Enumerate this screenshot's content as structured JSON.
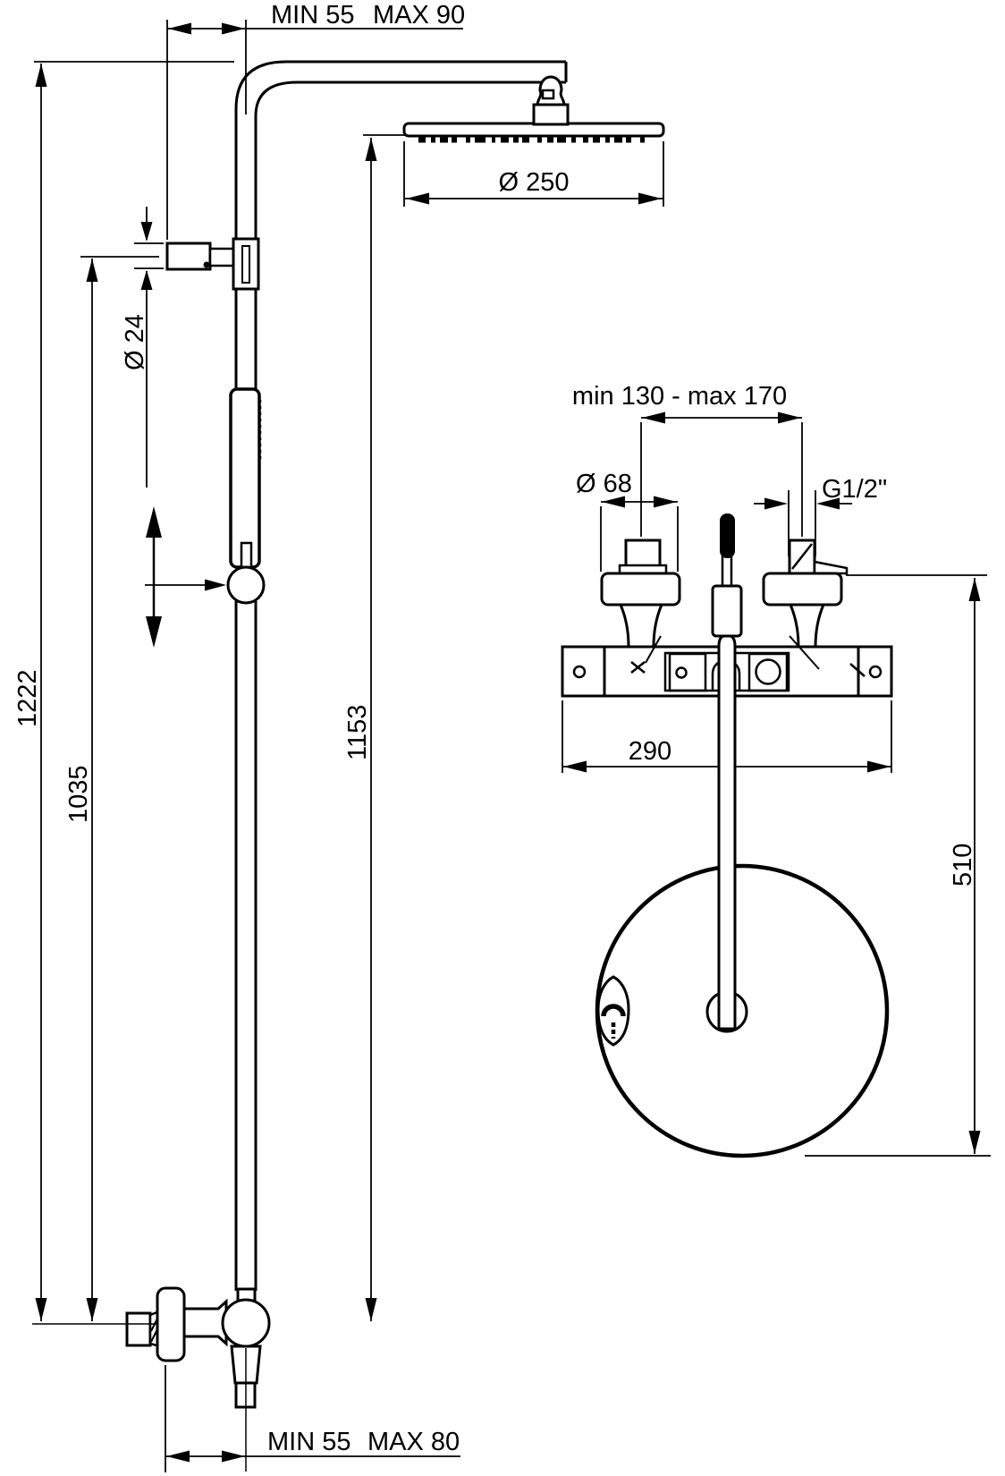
{
  "side_view": {
    "top_offset_min": "MIN 55",
    "top_offset_max": "MAX 90",
    "head_diameter": "Ø 250",
    "bracket_diameter": "Ø 24",
    "height_total": "1222",
    "height_bracket": "1035",
    "height_head": "1153",
    "bottom_offset_min": "MIN 55",
    "bottom_offset_max": "MAX 80"
  },
  "front_view": {
    "inlet_spacing": "min 130 - max 170",
    "escutcheon_diameter": "Ø 68",
    "thread_size": "G1/2\"",
    "body_width": "290",
    "hose_drop": "510"
  }
}
